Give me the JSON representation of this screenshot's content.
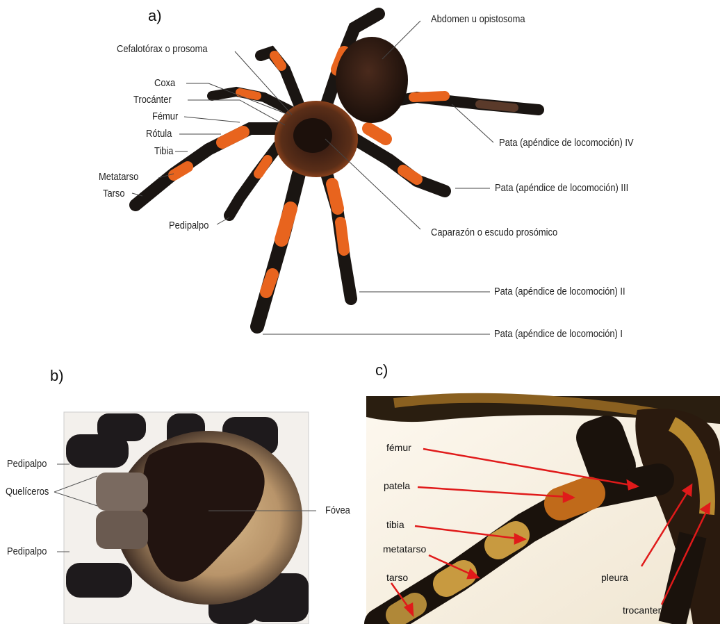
{
  "panels": {
    "a": {
      "letter": "a)",
      "left_labels": [
        "Cefalotórax o prosoma",
        "Coxa",
        "Trocánter",
        "Fémur",
        "Rótula",
        "Tibia",
        "Metatarso",
        "Tarso",
        "Pedipalpo"
      ],
      "right_labels": [
        "Abdomen u opistosoma",
        "Pata (apéndice de locomoción) IV",
        "Pata (apéndice de locomoción) III",
        "Caparazón o escudo prosómico",
        "Pata (apéndice de locomoción) II",
        "Pata (apéndice de locomoción) I"
      ]
    },
    "b": {
      "letter": "b)",
      "labels": [
        "Pedipalpo",
        "Quelíceros",
        "Pedipalpo",
        "Fóvea"
      ]
    },
    "c": {
      "letter": "c)",
      "labels": [
        "fémur",
        "patela",
        "tibia",
        "metatarso",
        "tarso",
        "pleura",
        "trocanter"
      ]
    }
  },
  "colors": {
    "orange": "#e8641e",
    "black": "#1a1512",
    "arrow_red": "#e01a1a",
    "line_gray": "#444444"
  }
}
